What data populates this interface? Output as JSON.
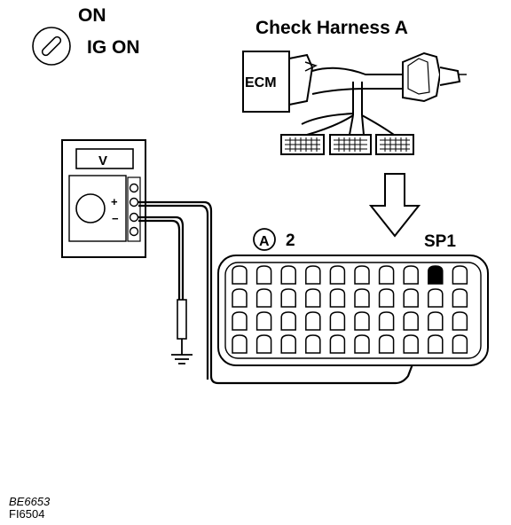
{
  "ignition": {
    "state_label": "ON",
    "switch_label": "IG ON",
    "icon": "ignition-key-icon"
  },
  "harness": {
    "title": "Check Harness A",
    "ecm_label": "ECM",
    "arrow_icon": "down-arrow-icon"
  },
  "meter": {
    "display_label": "V",
    "plus_label": "+",
    "minus_label": "−",
    "icon": "voltmeter-icon"
  },
  "connector": {
    "marker_letter": "A",
    "connector_number": "2",
    "pin_label": "SP1"
  },
  "codes": {
    "code_1": "BE6653",
    "code_2": "FI6504"
  },
  "ground": {
    "icon": "ground-symbol-icon"
  }
}
